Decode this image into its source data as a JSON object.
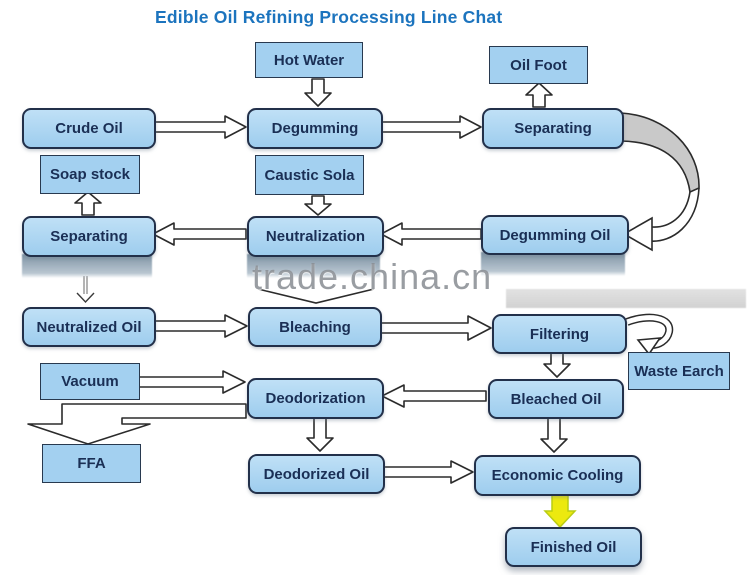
{
  "title": "Edible Oil Refining Processing Line Chat",
  "watermark": {
    "text": "trade.china.cn"
  },
  "colors": {
    "title_blue": "#1c74be",
    "box_fill": "#a6d2f0",
    "box_border": "#22304a",
    "label_navy": "#1a2f55",
    "reflection_slate": "#7e93a4",
    "swoosh_gray": "#c9c9c9",
    "finished_arrow_yellow": "#ece90f"
  },
  "nodes": {
    "hot_water": "Hot Water",
    "oil_foot": "Oil Foot",
    "crude_oil": "Crude Oil",
    "degumming": "Degumming",
    "separating_top": "Separating",
    "soap_stock": "Soap stock",
    "caustic_sola": "Caustic Sola",
    "separating_mid": "Separating",
    "neutralization": "Neutralization",
    "degumming_oil": "Degumming Oil",
    "neutralized_oil": "Neutralized Oil",
    "bleaching": "Bleaching",
    "filtering": "Filtering",
    "waste_earch": "Waste Earch",
    "vacuum": "Vacuum",
    "deodorization": "Deodorization",
    "bleached_oil": "Bleached Oil",
    "ffa": "FFA",
    "deodorized_oil": "Deodorized Oil",
    "economic_cooling": "Economic Cooling",
    "finished_oil": "Finished Oil"
  }
}
